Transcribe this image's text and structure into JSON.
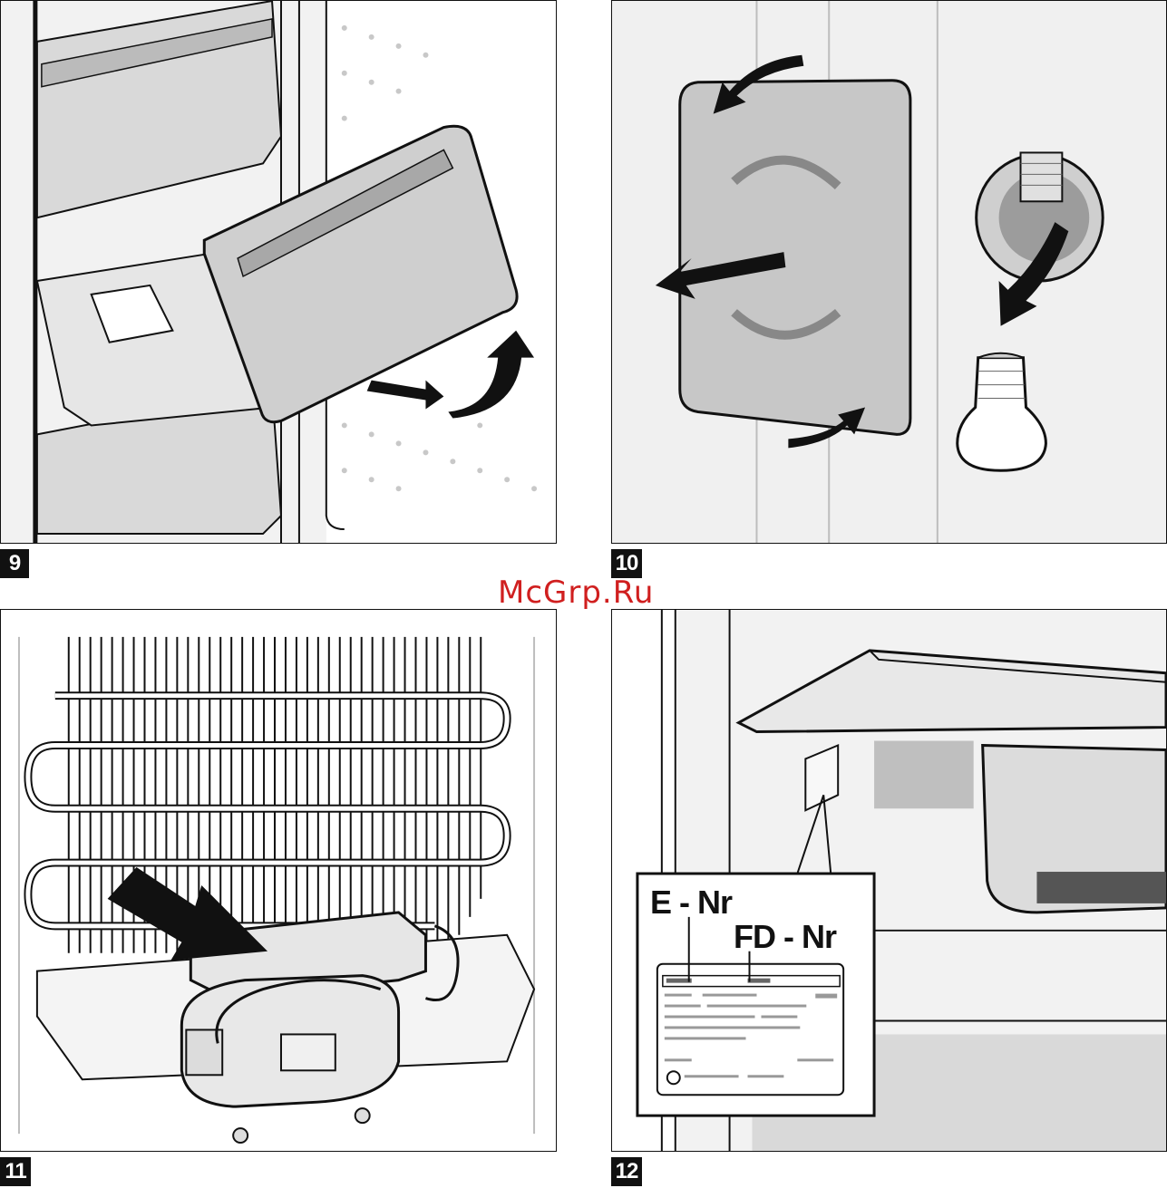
{
  "figures": [
    {
      "id": "fig9",
      "number": "9"
    },
    {
      "id": "fig10",
      "number": "10"
    },
    {
      "id": "fig11",
      "number": "11"
    },
    {
      "id": "fig12",
      "number": "12"
    }
  ],
  "watermark": "McGrp.Ru",
  "rating_plate": {
    "e_label": "E - Nr",
    "fd_label": "FD - Nr"
  },
  "colors": {
    "ink": "#111111",
    "panel_gray": "#f0f0f0",
    "mid_gray": "#b8b8b8",
    "watermark": "#d01f1f"
  }
}
